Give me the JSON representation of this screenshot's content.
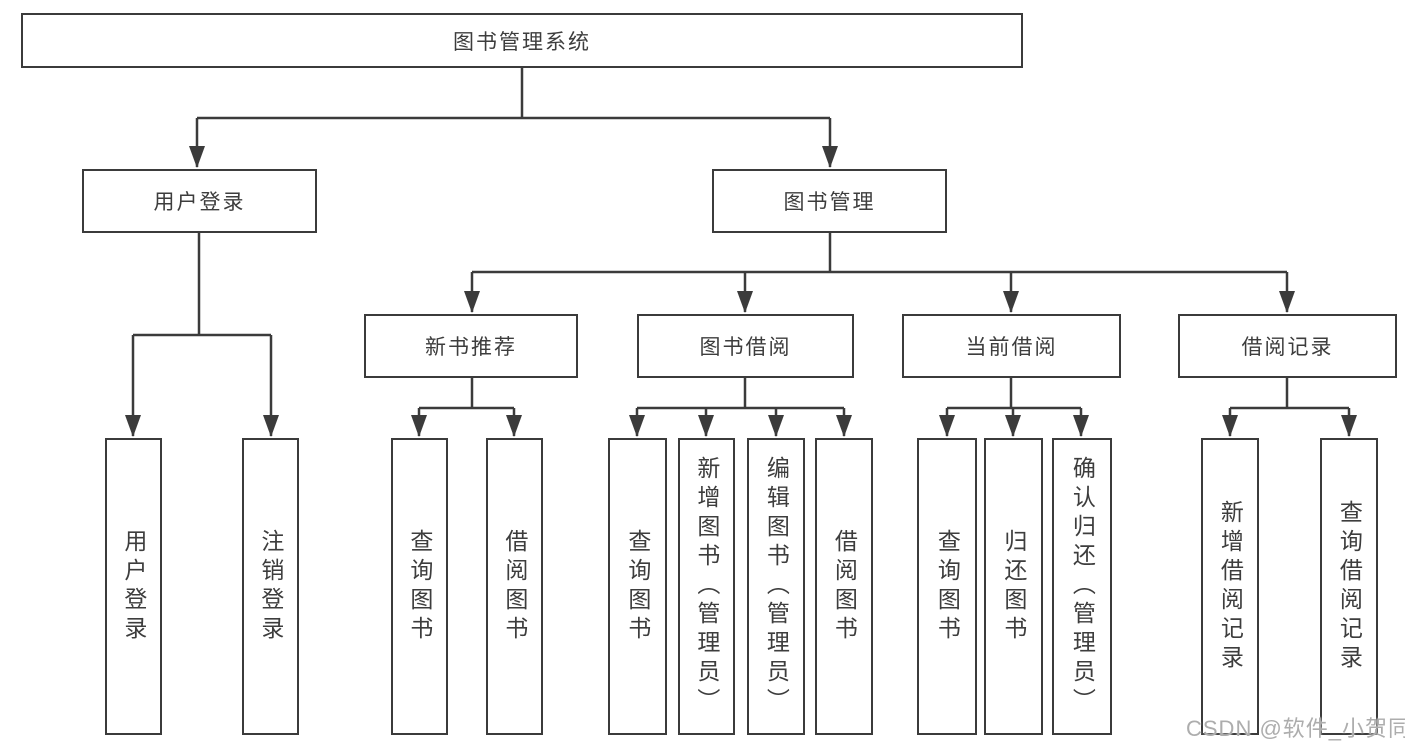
{
  "tree": {
    "root": {
      "label": "图书管理系统"
    },
    "branches": [
      {
        "label": "用户登录",
        "children": [
          {
            "label": "用户登录"
          },
          {
            "label": "注销登录"
          }
        ]
      },
      {
        "label": "图书管理",
        "children": [
          {
            "label": "新书推荐",
            "children": [
              {
                "label": "查询图书"
              },
              {
                "label": "借阅图书"
              }
            ]
          },
          {
            "label": "图书借阅",
            "children": [
              {
                "label": "查询图书"
              },
              {
                "label": "新增图书（管理员）"
              },
              {
                "label": "编辑图书（管理员）"
              },
              {
                "label": "借阅图书"
              }
            ]
          },
          {
            "label": "当前借阅",
            "children": [
              {
                "label": "查询图书"
              },
              {
                "label": "归还图书"
              },
              {
                "label": "确认归还（管理员）"
              }
            ]
          },
          {
            "label": "借阅记录",
            "children": [
              {
                "label": "新增借阅记录"
              },
              {
                "label": "查询借阅记录"
              }
            ]
          }
        ]
      }
    ]
  },
  "watermark": "CSDN @软件_小贺同学",
  "colors": {
    "line": "#3b3b3b",
    "text": "#3d3d3d",
    "watermark": "#adadad",
    "background": "#ffffff"
  }
}
